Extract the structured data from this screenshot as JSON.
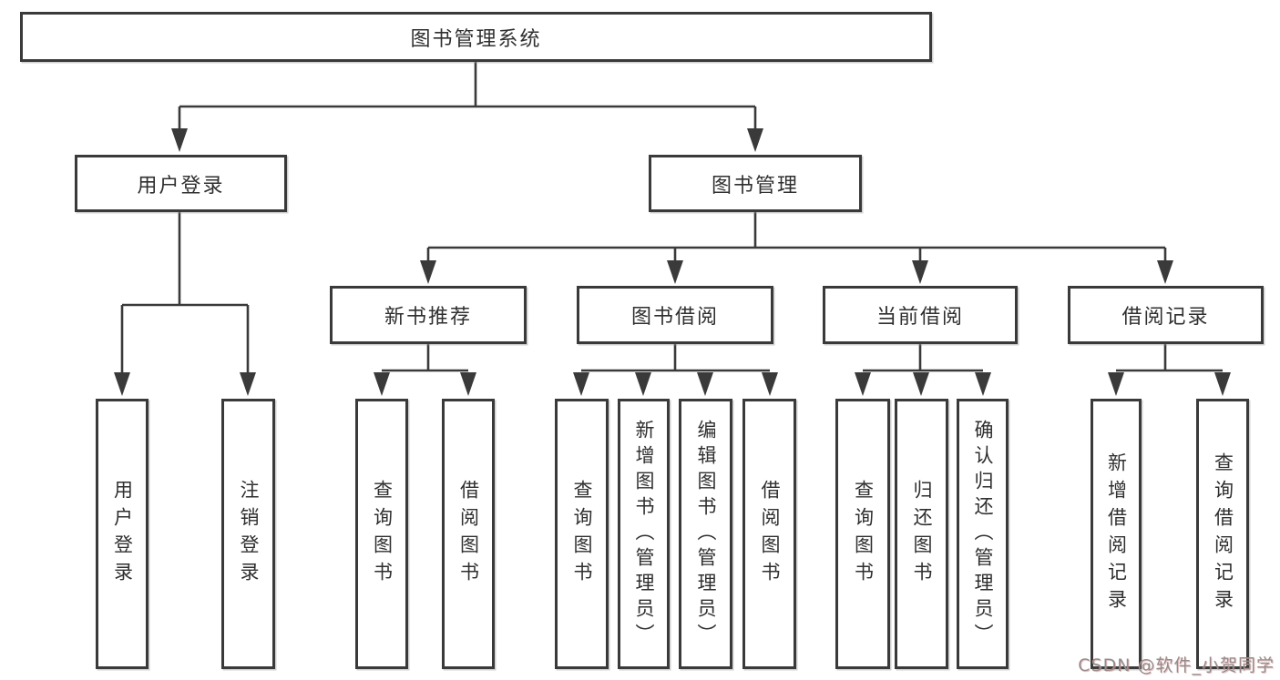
{
  "diagram": {
    "nodes": {
      "root": "图书管理系统",
      "login": "用户登录",
      "mgmt": "图书管理",
      "rec": "新书推荐",
      "borrow": "图书借阅",
      "cur": "当前借阅",
      "hist": "借阅记录",
      "leaf_login": "用户登录",
      "leaf_logout": "注销登录",
      "leaf_rec_query": "查询图书",
      "leaf_rec_borrow": "借阅图书",
      "leaf_borrow_query": "查询图书",
      "leaf_borrow_add": "新增图书（管理员）",
      "leaf_borrow_edit": "编辑图书（管理员）",
      "leaf_borrow_borrow": "借阅图书",
      "leaf_cur_query": "查询图书",
      "leaf_cur_return": "归还图书",
      "leaf_cur_confirm": "确认归还（管理员）",
      "leaf_hist_add": "新增借阅记录",
      "leaf_hist_query": "查询借阅记录"
    },
    "colors": {
      "line": "#3a3a3a",
      "text": "#2f2f2f",
      "watermark": "#8f8f8f"
    }
  },
  "watermark": "CSDN @软件_小贺同学"
}
